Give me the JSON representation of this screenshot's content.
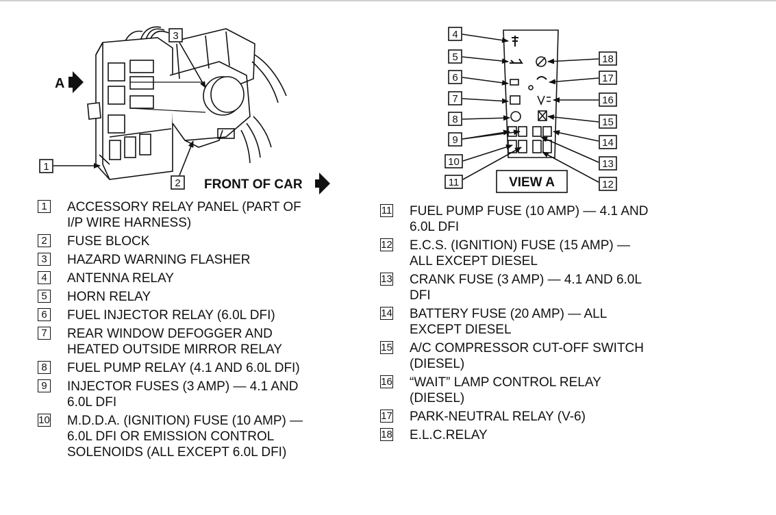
{
  "diagram": {
    "panel_a_label": "A",
    "front_of_car": "FRONT OF CAR",
    "view_a": "VIEW A",
    "callouts": [
      "1",
      "2",
      "3",
      "4",
      "5",
      "6",
      "7",
      "8",
      "9",
      "10",
      "11",
      "12",
      "13",
      "14",
      "15",
      "16",
      "17",
      "18"
    ]
  },
  "legend_left": [
    {
      "num": "1",
      "text": "ACCESSORY RELAY PANEL (PART OF\nI/P WIRE HARNESS)"
    },
    {
      "num": "2",
      "text": "FUSE BLOCK"
    },
    {
      "num": "3",
      "text": "HAZARD WARNING FLASHER"
    },
    {
      "num": "4",
      "text": "ANTENNA RELAY"
    },
    {
      "num": "5",
      "text": "HORN RELAY"
    },
    {
      "num": "6",
      "text": "FUEL INJECTOR RELAY (6.0L DFI)"
    },
    {
      "num": "7",
      "text": "REAR WINDOW DEFOGGER AND\nHEATED OUTSIDE MIRROR RELAY"
    },
    {
      "num": "8",
      "text": "FUEL PUMP RELAY (4.1 AND 6.0L DFI)"
    },
    {
      "num": "9",
      "text": "INJECTOR FUSES (3 AMP) — 4.1 AND\n6.0L DFI"
    },
    {
      "num": "10",
      "text": "M.D.D.A. (IGNITION) FUSE (10 AMP) —\n6.0L DFI OR EMISSION CONTROL\nSOLENOIDS (ALL EXCEPT 6.0L DFI)"
    }
  ],
  "legend_right": [
    {
      "num": "11",
      "text": "FUEL PUMP FUSE (10 AMP) — 4.1 AND\n6.0L DFI"
    },
    {
      "num": "12",
      "text": "E.C.S. (IGNITION) FUSE (15 AMP) —\nALL EXCEPT DIESEL"
    },
    {
      "num": "13",
      "text": "CRANK FUSE (3 AMP) — 4.1 AND 6.0L\nDFI"
    },
    {
      "num": "14",
      "text": "BATTERY FUSE (20 AMP) — ALL\nEXCEPT DIESEL"
    },
    {
      "num": "15",
      "text": "A/C COMPRESSOR CUT-OFF SWITCH\n(DIESEL)"
    },
    {
      "num": "16",
      "text": "“WAIT” LAMP CONTROL RELAY\n(DIESEL)"
    },
    {
      "num": "17",
      "text": "PARK-NEUTRAL RELAY (V-6)"
    },
    {
      "num": "18",
      "text": "E.L.C.RELAY"
    }
  ]
}
